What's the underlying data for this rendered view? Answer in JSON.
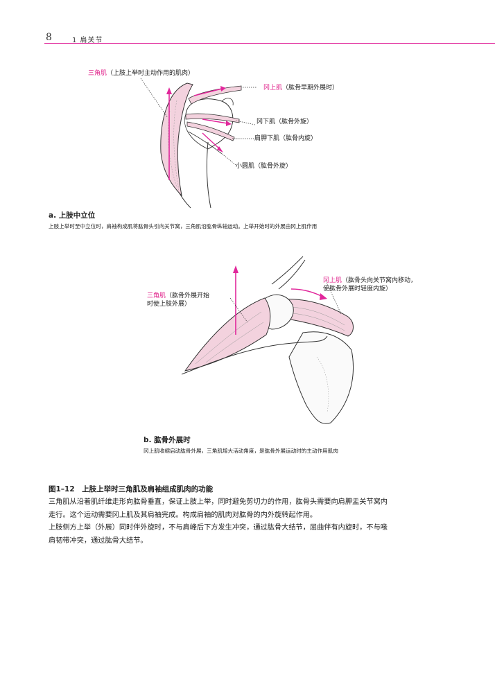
{
  "header": {
    "page_number": "8",
    "chapter": "1   肩关节"
  },
  "figure_a": {
    "labels": {
      "deltoid": {
        "name": "三角肌",
        "note": "（上肢上举时主动作用的肌肉）"
      },
      "supraspinatus": {
        "name": "冈上肌",
        "note": "（肱骨早期外展时）"
      },
      "infraspinatus": "冈下肌（肱骨外旋）",
      "subscapularis": "肩胛下肌（肱骨内旋）",
      "teres_minor": "小圆肌（肱骨外旋）"
    },
    "title": "a. 上肢中立位",
    "caption": "上肢上举时至中立位时，肩袖构成肌将肱骨头引向关节窝，三角肌沿肱骨纵轴运动。上举开始时的外展由冈上肌作用"
  },
  "figure_b": {
    "labels": {
      "deltoid_name": "三角肌",
      "deltoid_note_1": "（肱骨外展开始",
      "deltoid_note_2": "时使上肢外展）",
      "supra_name": "冈上肌",
      "supra_note_1": "（肱骨头向关节窝内移动，",
      "supra_note_2": "使肱骨外展时轻度内旋）"
    },
    "title": "b. 肱骨外展时",
    "caption": "冈上肌收缩启动肱骨外展，三角肌增大活动角度，是肱骨外展运动时的主动作用肌肉"
  },
  "figure_caption": {
    "title": "图1–12　上肢上举时三角肌及肩袖组成肌肉的功能",
    "paragraphs": [
      "三角肌从沿着肌纤维走形向肱骨垂直，保证上肢上举，同时避免剪切力的作用，肱骨头需要向肩胛盂关节窝内走行。这个运动需要冈上肌及其肩袖完成。构成肩袖的肌肉对肱骨的内外旋转起作用。",
      "上肢侧方上举（外展）同时伴外旋时，不与肩峰后下方发生冲突，通过肱骨大结节，屈曲伴有内旋时，不与喙肩韧带冲突，通过肱骨大结节。"
    ]
  },
  "colors": {
    "accent": "#e1279b",
    "muscle_fill": "#f3d2de",
    "line": "#333333"
  }
}
